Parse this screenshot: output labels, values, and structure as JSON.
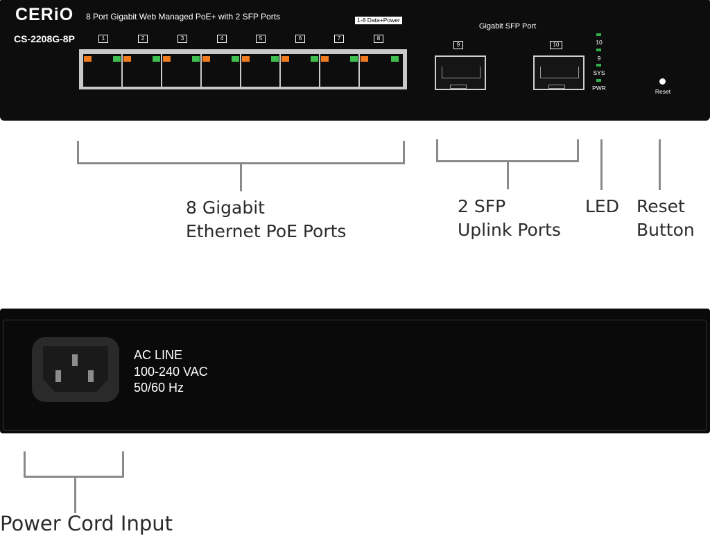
{
  "front_panel": {
    "brand": "CERiO",
    "model": "CS-2208G-8P",
    "description": "8 Port Gigabit Web Managed PoE+ with 2 SFP Ports",
    "poe_label": "1-8 Data+Power",
    "sfp_title": "Gigabit SFP Port",
    "ethernet_port_numbers": [
      "1",
      "2",
      "3",
      "4",
      "5",
      "6",
      "7",
      "8"
    ],
    "sfp_port_numbers": [
      "9",
      "10"
    ],
    "led_labels": [
      "10",
      "9",
      "SYS",
      "PWR"
    ],
    "reset_label": "Reset",
    "colors": {
      "panel": "#0d0d0d",
      "led_green": "#2fb04a",
      "led_orange": "#f07b1f",
      "port_frame": "#c9c9c9"
    }
  },
  "back_panel": {
    "ac_line": [
      "AC LINE",
      "100-240 VAC",
      "50/60 Hz"
    ]
  },
  "callouts": {
    "ethernet": [
      "8 Gigabit",
      "Ethernet PoE Ports"
    ],
    "sfp": [
      "2 SFP",
      "Uplink Ports"
    ],
    "led": "LED",
    "reset": [
      "Reset",
      "Button"
    ],
    "power": "Power Cord Input"
  }
}
